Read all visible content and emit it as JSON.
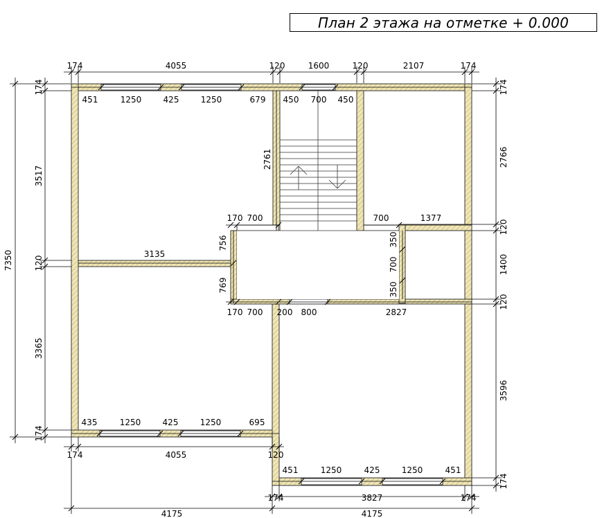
{
  "title": "План 2 этажа на отметке + 0.000",
  "colors": {
    "wall_fill": "#efe6b8",
    "wall_hatch": "#c7b66f",
    "line": "#000000"
  },
  "dims": {
    "top": [
      "174",
      "4055",
      "120",
      "1600",
      "120",
      "2107",
      "174"
    ],
    "top_openings": [
      "451",
      "1250",
      "425",
      "1250",
      "679",
      "450",
      "700",
      "450"
    ],
    "left_outer": "7350",
    "left_174_top": "174",
    "left_3517": "3517",
    "left_120": "120",
    "left_3365": "3365",
    "left_174_bottom": "174",
    "inner_3135": "3135",
    "stair_2761": "2761",
    "stair_170_top": "170",
    "stair_700_top": "700",
    "hall_756": "756",
    "hall_769": "769",
    "hall_bottom": [
      "170",
      "700",
      "200",
      "800",
      "2827"
    ],
    "right_700": "700",
    "right_1377": "1377",
    "bath_350_top": "350",
    "bath_700": "700",
    "bath_350_bottom": "350",
    "right_outer": [
      "174",
      "2766",
      "120",
      "1400",
      "120",
      "3596",
      "174"
    ],
    "bottom_openings_left": [
      "435",
      "1250",
      "425",
      "1250",
      "695"
    ],
    "bottom_left": [
      "174",
      "4055",
      "120"
    ],
    "bottom_openings_right": [
      "451",
      "1250",
      "425",
      "1250",
      "451"
    ],
    "bottom_right": [
      "174",
      "3827",
      "174"
    ],
    "overall_bottom": [
      "4175",
      "4175"
    ]
  }
}
